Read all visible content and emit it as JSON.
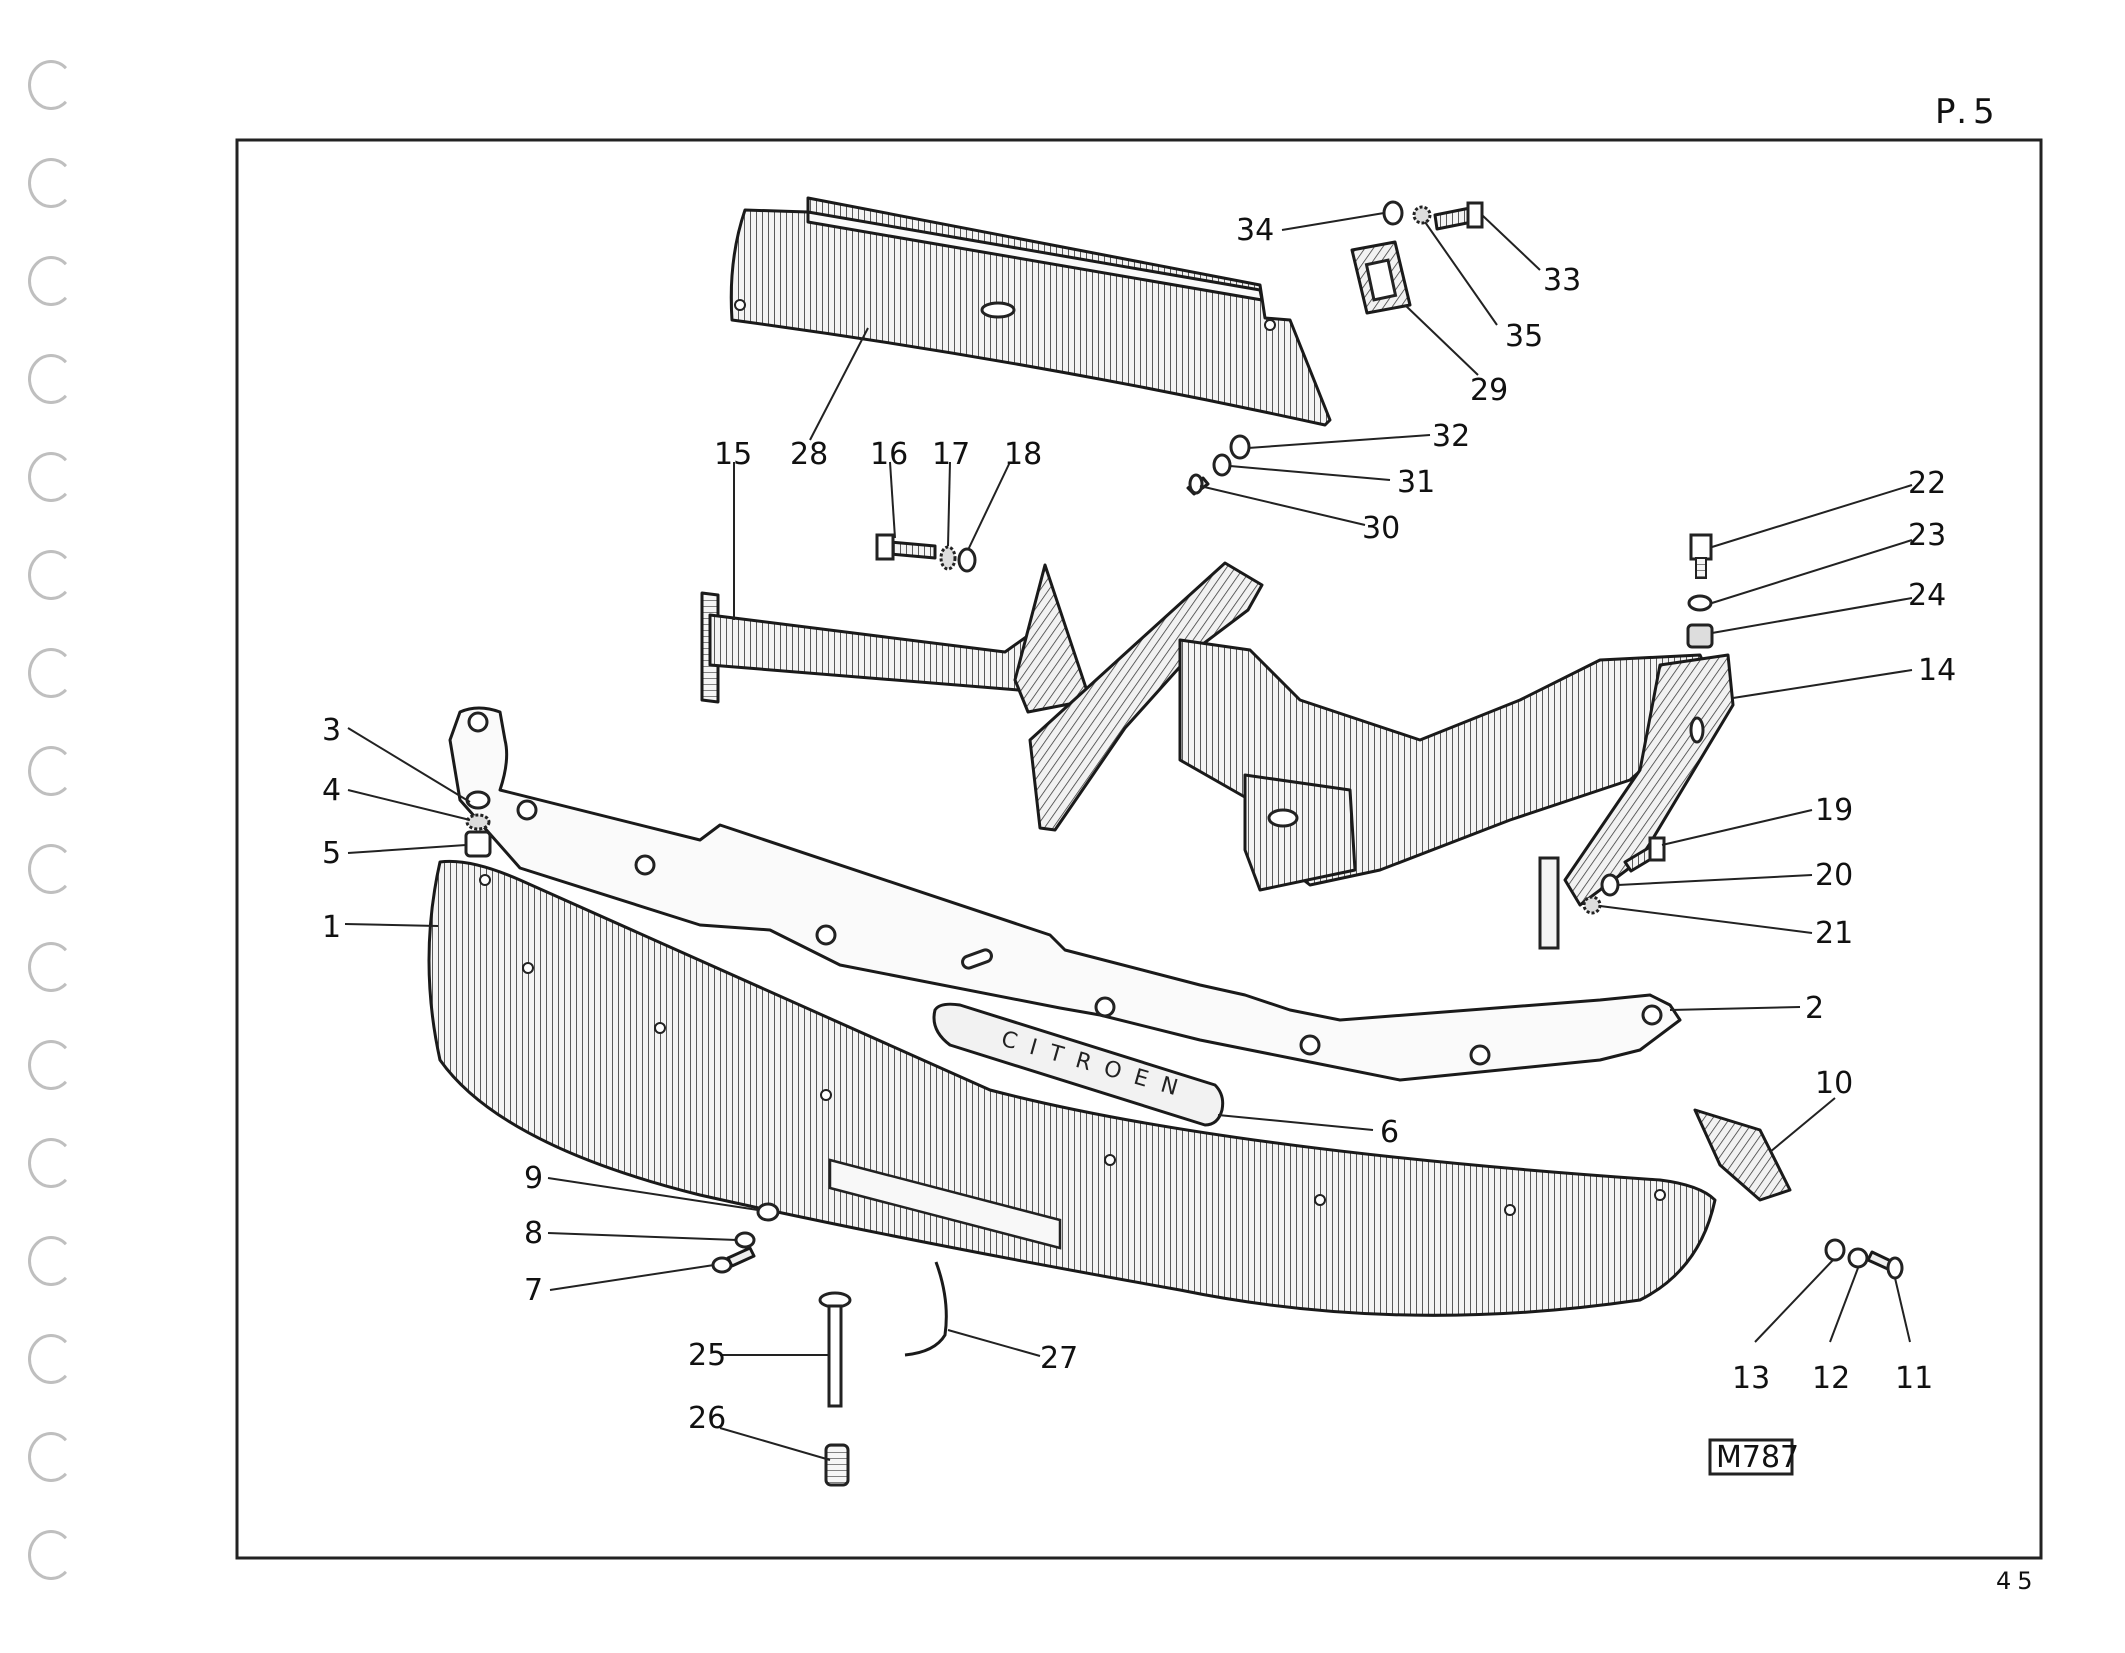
{
  "page": {
    "number": "P.5",
    "footer_number": "45"
  },
  "figure": {
    "reference": "M787",
    "badge_text": "CITROEN",
    "callouts": [
      "1",
      "2",
      "3",
      "4",
      "5",
      "6",
      "7",
      "8",
      "9",
      "10",
      "11",
      "12",
      "13",
      "14",
      "15",
      "16",
      "17",
      "18",
      "19",
      "20",
      "21",
      "22",
      "23",
      "24",
      "25",
      "26",
      "27",
      "28",
      "29",
      "30",
      "31",
      "32",
      "33",
      "34",
      "35"
    ]
  }
}
